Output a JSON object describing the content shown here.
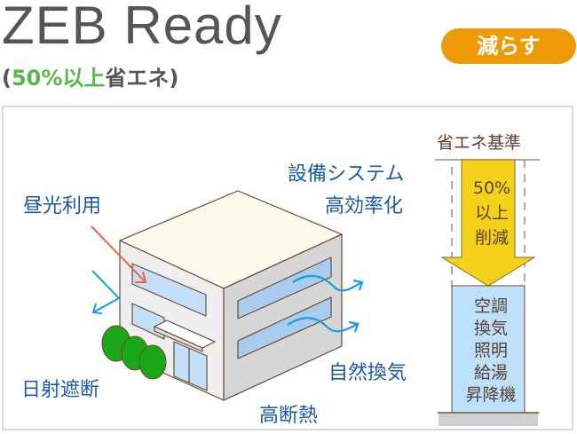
{
  "header": {
    "title": "ZEB Ready",
    "subtitle_open": "(",
    "subtitle_highlight": "50%以上",
    "subtitle_rest": "省エネ)",
    "badge": "減らす"
  },
  "diagram": {
    "labels": {
      "daylight": "昼光利用",
      "equipment_line1": "設備システム",
      "equipment_line2": "高効率化",
      "shading": "日射遮断",
      "ventilation": "自然換気",
      "insulation": "高断熱"
    },
    "standard": {
      "title": "省エネ基準",
      "arrow_lines": [
        "50%",
        "以上",
        "削減"
      ],
      "box_lines": [
        "空調",
        "換気",
        "照明",
        "給湯",
        "昇降機"
      ]
    }
  },
  "colors": {
    "title": "#555555",
    "highlight_green": "#5ab64a",
    "badge_orange": "#ee9a06",
    "label_blue": "#1a5aa6",
    "arrow_yellow": "#f5d21a",
    "box_blue": "#bde0fb",
    "sun_arrow": "#f0643c",
    "air_arrow": "#1a9be8",
    "tree_green": "#1aa81a"
  }
}
